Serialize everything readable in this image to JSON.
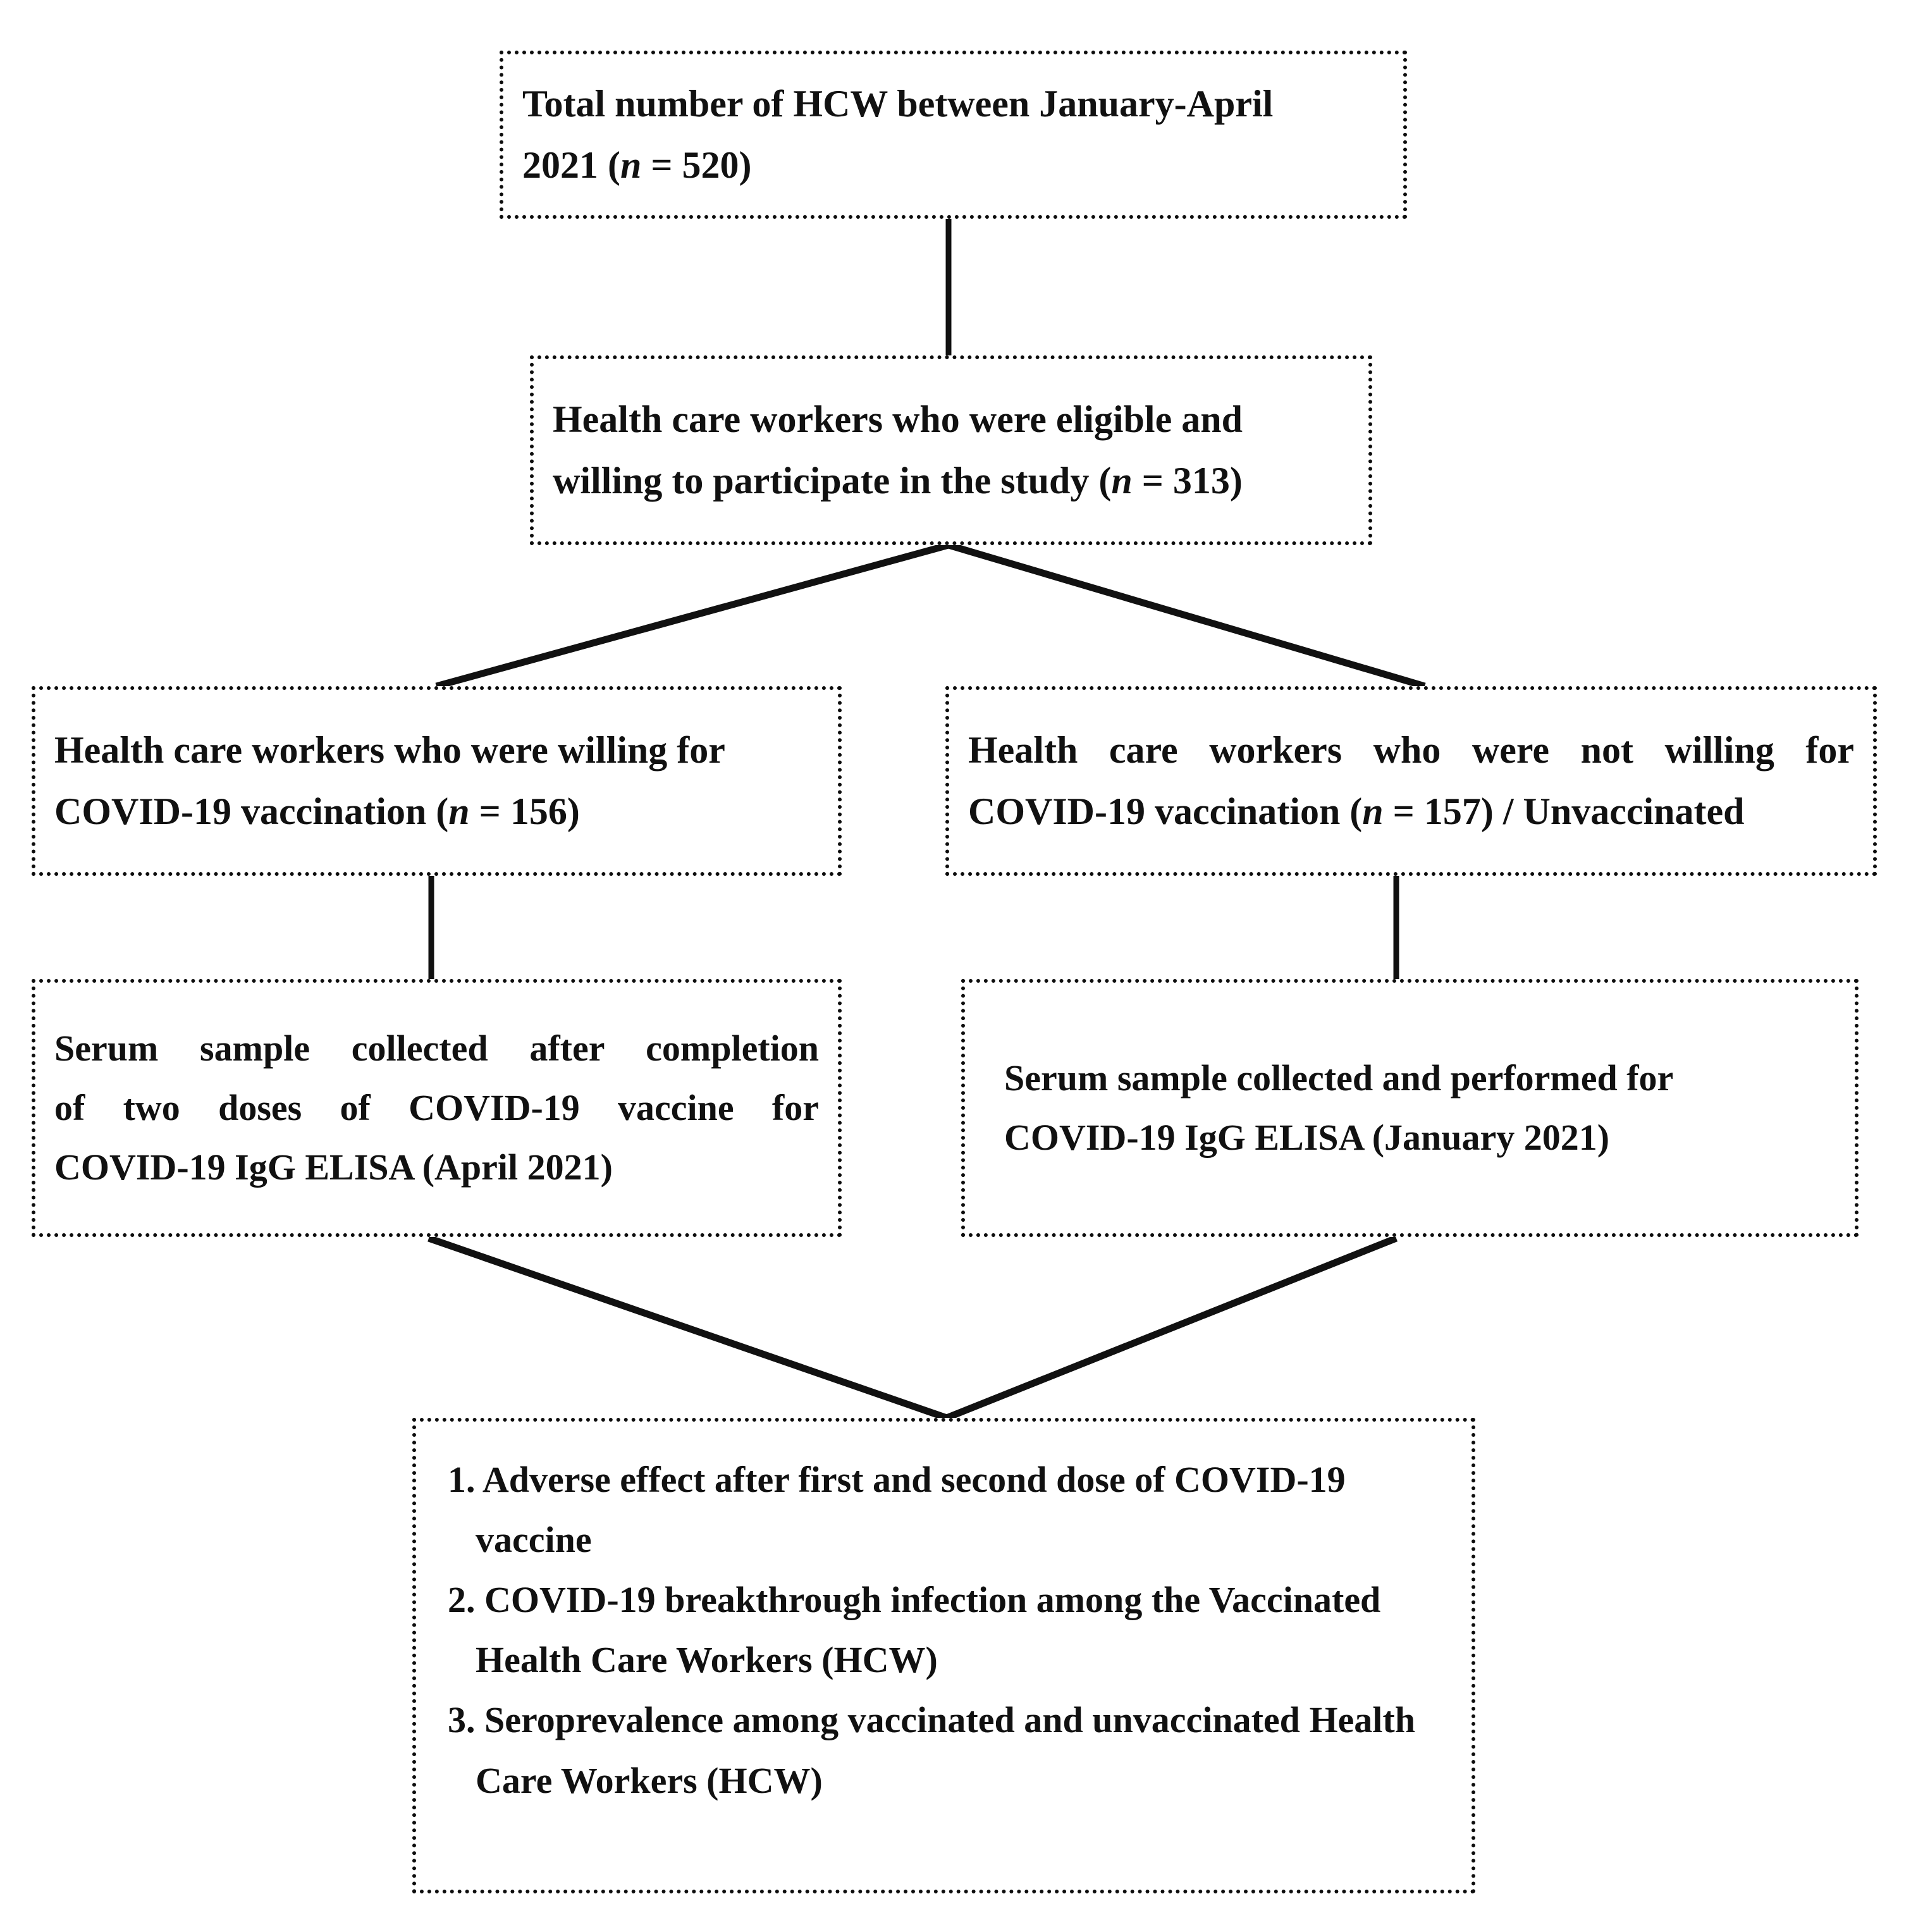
{
  "diagram": {
    "title": "Study flow diagram of health care workers COVID-19 vaccination study",
    "stroke_color": "#111111",
    "background_color": "#ffffff",
    "border_style": "dotted"
  },
  "nodes": {
    "total_hcw": {
      "id": "total-hcw",
      "line1": "Total number of HCW between January-April",
      "line2_prefix": "2021 (",
      "line2_italic": "n",
      "line2_suffix": " = 520)",
      "count": 520
    },
    "eligible": {
      "id": "eligible-willing",
      "line1": "Health care workers who were eligible and",
      "line2_prefix": "willing to participate in the study (",
      "line2_italic": "n",
      "line2_suffix": " = 313)",
      "count": 313
    },
    "willing_vaccination": {
      "id": "willing-for-vaccination",
      "line1": "Health care workers who were willing for",
      "line2_prefix": "COVID-19 vaccination (",
      "line2_italic": "n",
      "line2_suffix": " = 156)",
      "count": 156
    },
    "not_willing_vaccination": {
      "id": "not-willing-for-vaccination",
      "line1": "Health care workers who were not willing for",
      "line2_prefix": "COVID-19 vaccination (",
      "line2_italic": "n",
      "line2_suffix": " = 157) / Unvaccinated",
      "count": 157
    },
    "serum_vaccinated": {
      "id": "serum-sample-vaccinated",
      "line1": "Serum sample collected after completion",
      "line2": "of two doses of COVID-19 vaccine for",
      "line3": "COVID-19 IgG ELISA (April 2021)",
      "timepoint": "April 2021"
    },
    "serum_unvaccinated": {
      "id": "serum-sample-unvaccinated",
      "line1": "Serum sample collected and performed for",
      "line2": "COVID-19 IgG ELISA  (January 2021)",
      "timepoint": "January 2021"
    },
    "outcomes": {
      "id": "study-outcomes",
      "items": [
        {
          "number": "1.",
          "line1": "Adverse effect after first and second dose of COVID-19",
          "line2": "vaccine"
        },
        {
          "number": "2.",
          "line1": "COVID-19 breakthrough infection among the Vaccinated",
          "line2": "Health Care Workers (HCW)"
        },
        {
          "number": "3.",
          "line1": "Seroprevalence among vaccinated and unvaccinated",
          "line2": "Health Care Workers (HCW)"
        }
      ]
    }
  },
  "connectors": [
    {
      "id": "total-to-eligible",
      "type": "vertical"
    },
    {
      "id": "eligible-to-willing",
      "type": "diagonal-left"
    },
    {
      "id": "eligible-to-not-willing",
      "type": "diagonal-right"
    },
    {
      "id": "willing-to-serum-vaccinated",
      "type": "vertical"
    },
    {
      "id": "not-willing-to-serum-unvaccinated",
      "type": "vertical"
    },
    {
      "id": "serum-vaccinated-to-outcomes",
      "type": "diagonal-right"
    },
    {
      "id": "serum-unvaccinated-to-outcomes",
      "type": "diagonal-left"
    }
  ]
}
